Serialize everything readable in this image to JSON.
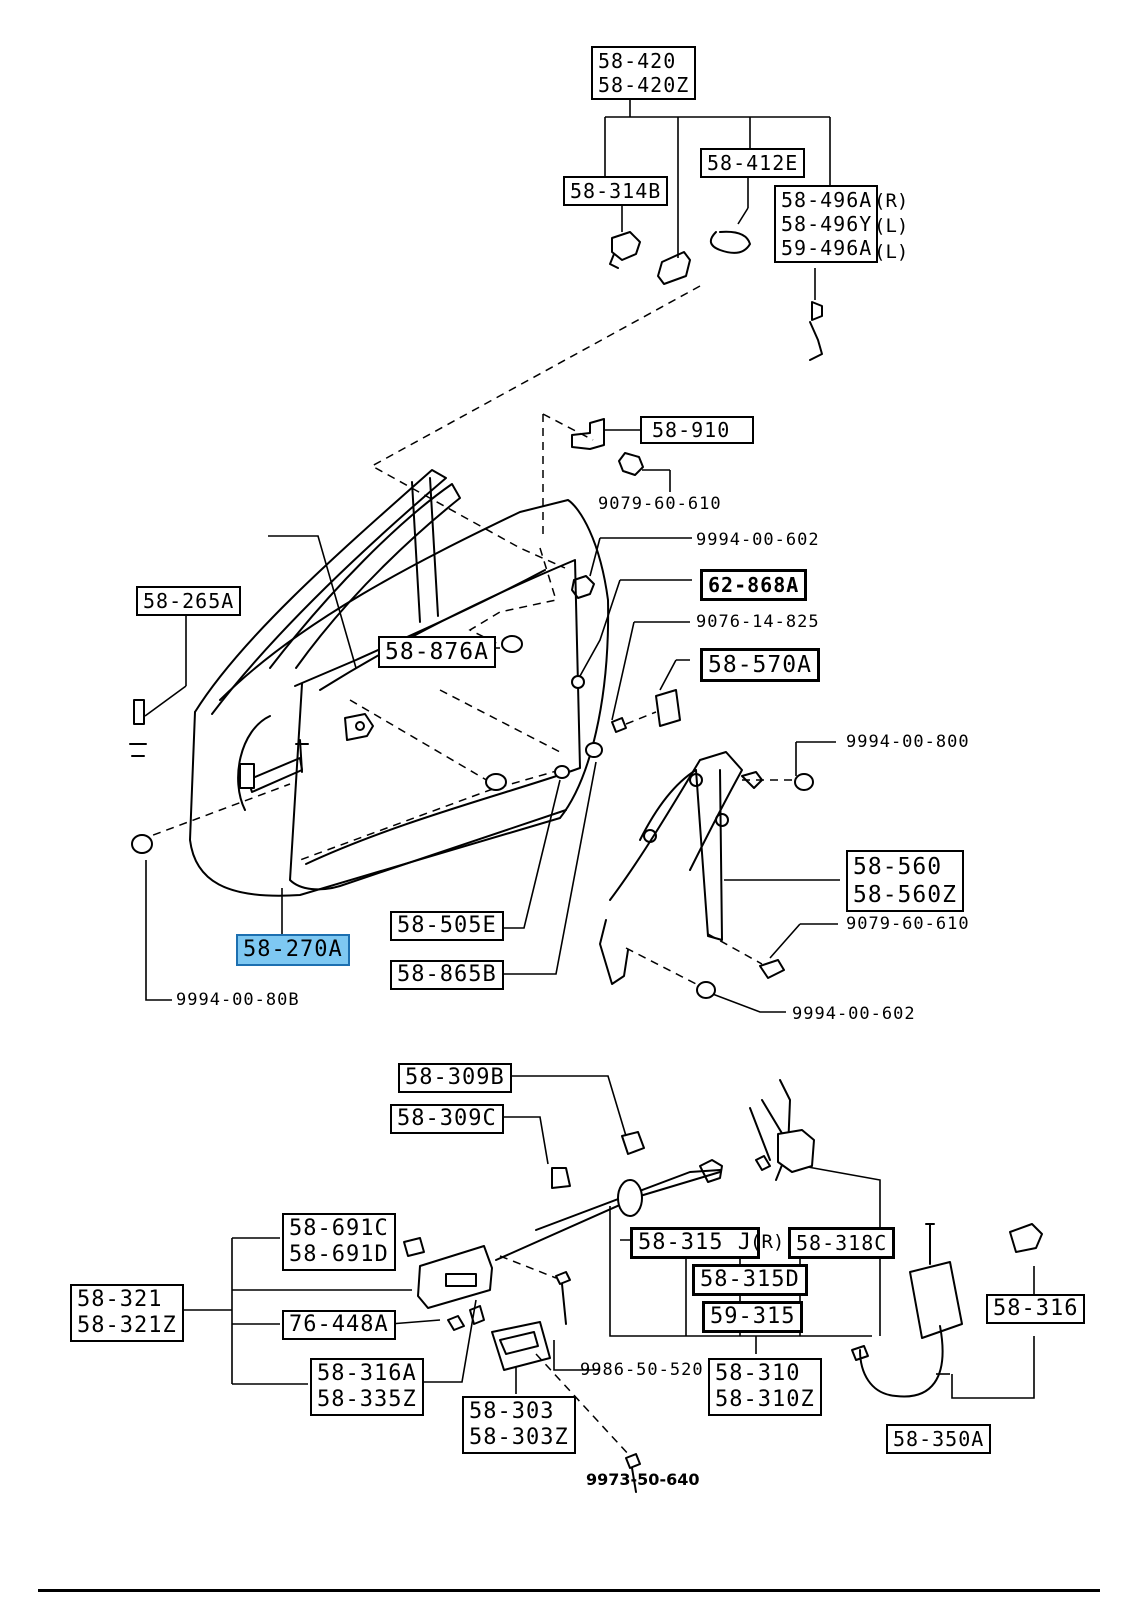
{
  "callouts": {
    "p58_420": [
      "58-420",
      "58-420Z"
    ],
    "p58_314B": "58-314B",
    "p58_412E": "58-412E",
    "p58_496": [
      "58-496A",
      "58-496Y",
      "59-496A"
    ],
    "p58_496_sides": [
      "(R)",
      "(L)",
      "(L)"
    ],
    "p58_910": "58-910",
    "p58_265A": "58-265A",
    "p62_868A": "62-868A",
    "p58_876A": "58-876A",
    "p58_570A": "58-570A",
    "p58_560": [
      "58-560",
      "58-560Z"
    ],
    "p58_505E": "58-505E",
    "p58_270A": "58-270A",
    "p58_865B": "58-865B",
    "p58_309B": "58-309B",
    "p58_309C": "58-309C",
    "p58_691": [
      "58-691C",
      "58-691D"
    ],
    "p58_321": [
      "58-321",
      "58-321Z"
    ],
    "p76_448A": "76-448A",
    "p58_316A": [
      "58-316A",
      "58-335Z"
    ],
    "p58_303": [
      "58-303",
      "58-303Z"
    ],
    "p58_315J": "58-315 J",
    "p58_318C_side": "(R)",
    "p58_318C": "58-318C",
    "p58_315D": "58-315D",
    "p59_315": "59-315",
    "p58_310": [
      "58-310",
      "58-310Z"
    ],
    "p58_316": "58-316",
    "p58_350A": "58-350A"
  },
  "fasteners": {
    "f9079_60_610_top": "9079-60-610",
    "f9994_00_602_top": "9994-00-602",
    "f9076_14_825": "9076-14-825",
    "f9994_00_800": "9994-00-800",
    "f9079_60_610_mid": "9079-60-610",
    "f9994_00_602_mid": "9994-00-602",
    "f9994_00_808": "9994-00-80B",
    "f9986_50_520": "9986-50-520",
    "f9973_50_640": "9973-50-640"
  },
  "highlighted_part": "58-270A",
  "highlight_color": "#7ec8f2"
}
